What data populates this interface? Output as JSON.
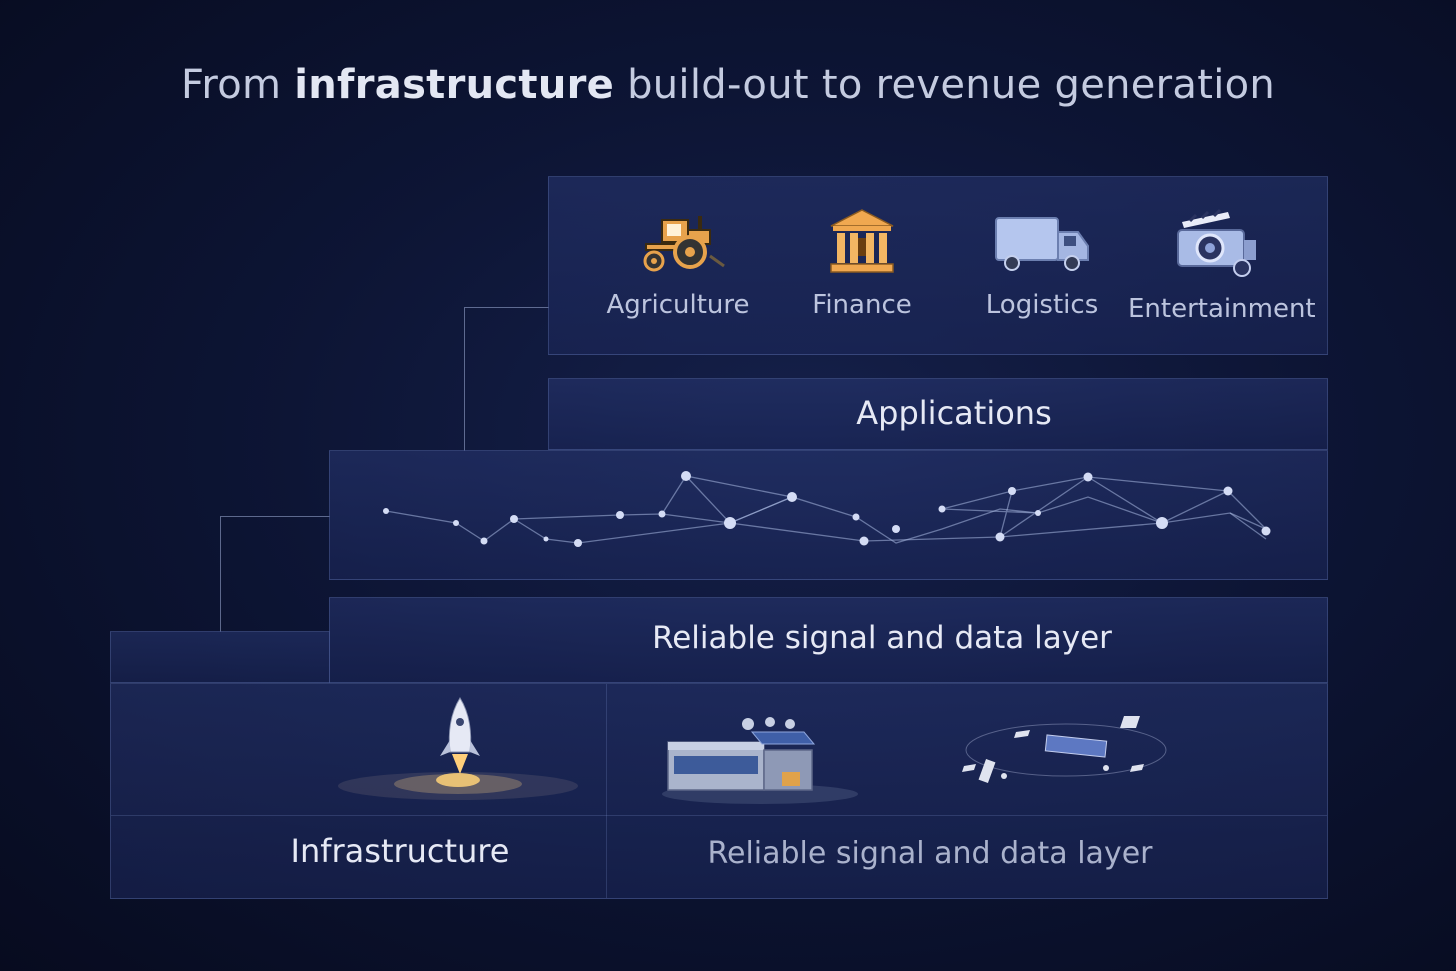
{
  "title": {
    "prefix": "From ",
    "bold": "infrastructure",
    "suffix": " build-out to revenue generation"
  },
  "industries": [
    {
      "label": "Agriculture",
      "icon": "tractor-icon"
    },
    {
      "label": "Finance",
      "icon": "bank-icon"
    },
    {
      "label": "Logistics",
      "icon": "truck-icon"
    },
    {
      "label": "Entertainment",
      "icon": "camera-icon"
    }
  ],
  "layers": {
    "applications": "Applications",
    "signal": "Reliable signal and data layer",
    "infrastructure": "Infrastructure",
    "infrastructure_right": "Reliable signal and data layer"
  },
  "colors": {
    "accent": "#e6e9f5",
    "icon_orange": "#f0b060",
    "icon_blue": "#a8b8e6"
  }
}
